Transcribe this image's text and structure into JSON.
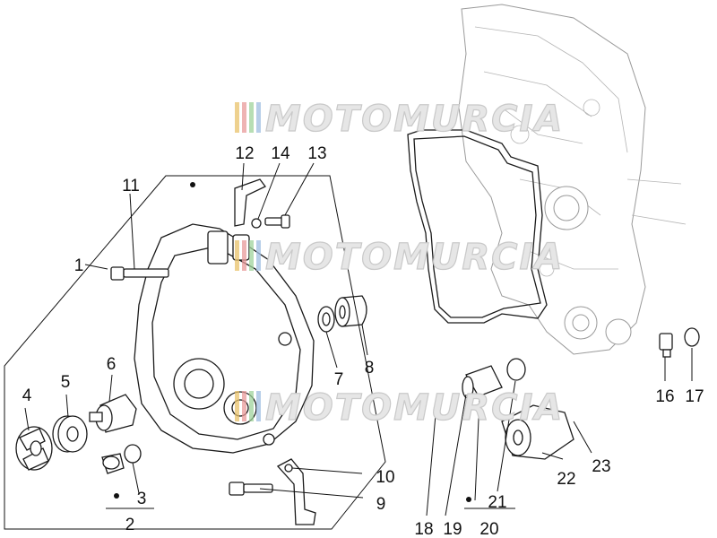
{
  "watermark": {
    "text": "MOTOMURCIA",
    "stripe_colors": [
      "#e8c26a",
      "#e89a9a",
      "#9fd39b",
      "#9fbde0"
    ]
  },
  "callouts": [
    {
      "id": "c1",
      "label": "1"
    },
    {
      "id": "c2",
      "label": "2"
    },
    {
      "id": "c3",
      "label": "3"
    },
    {
      "id": "c4",
      "label": "4"
    },
    {
      "id": "c5",
      "label": "5"
    },
    {
      "id": "c6",
      "label": "6"
    },
    {
      "id": "c7",
      "label": "7"
    },
    {
      "id": "c8",
      "label": "8"
    },
    {
      "id": "c9",
      "label": "9"
    },
    {
      "id": "c10",
      "label": "10"
    },
    {
      "id": "c11",
      "label": "11"
    },
    {
      "id": "c12",
      "label": "12"
    },
    {
      "id": "c13",
      "label": "13"
    },
    {
      "id": "c14",
      "label": "14"
    },
    {
      "id": "c16",
      "label": "16"
    },
    {
      "id": "c17",
      "label": "17"
    },
    {
      "id": "c18",
      "label": "18"
    },
    {
      "id": "c19",
      "label": "19"
    },
    {
      "id": "c20",
      "label": "20"
    },
    {
      "id": "c21",
      "label": "21"
    },
    {
      "id": "c22",
      "label": "22"
    },
    {
      "id": "c23",
      "label": "23"
    }
  ]
}
